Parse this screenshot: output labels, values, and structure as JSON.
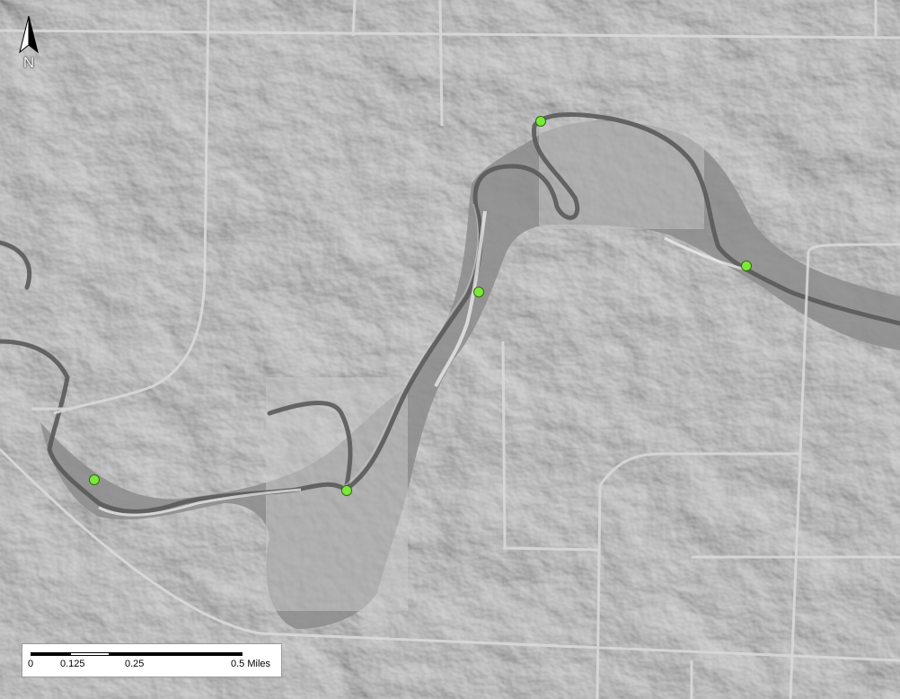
{
  "map": {
    "north_label": "N",
    "scale_bar": {
      "ticks": [
        "0",
        "0.125",
        "0.25",
        "0.5"
      ],
      "units": "Miles"
    },
    "markers": [
      {
        "name": "marker-1",
        "color": "#7ee83a"
      },
      {
        "name": "marker-2",
        "color": "#7ee83a"
      },
      {
        "name": "marker-3",
        "color": "#7ee83a"
      },
      {
        "name": "marker-4",
        "color": "#7ee83a"
      },
      {
        "name": "marker-5",
        "color": "#7ee83a"
      }
    ],
    "colors": {
      "terrain": "#7a7a7a",
      "floodplain": "#8a8a8a",
      "road": "#d8d8d8",
      "marker": "#7ee83a",
      "marker_outline": "#2e6a10"
    }
  }
}
